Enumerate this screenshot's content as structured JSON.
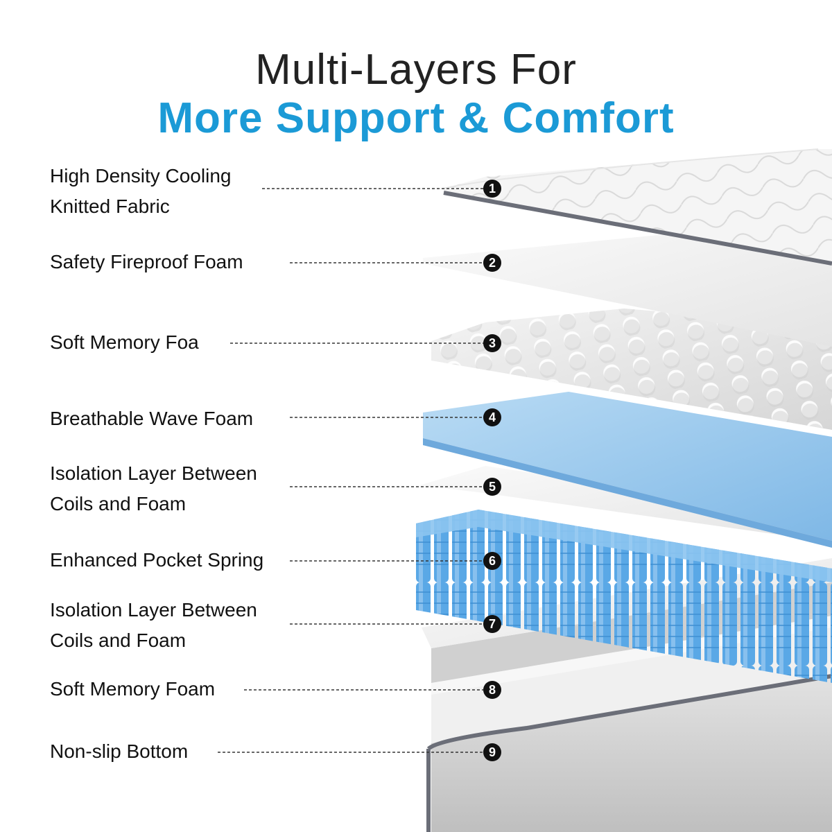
{
  "header": {
    "line1": "Multi-Layers For",
    "line2": "More Support & Comfort"
  },
  "colors": {
    "accent": "#1b9ad6",
    "text": "#111111",
    "badge": "#111111",
    "blue_foam": "#a9d0ee",
    "spring_blue": "#5aa8e6",
    "edge_gray": "#6b6e78"
  },
  "layers": [
    {
      "number": "1",
      "lines": [
        "High Density Cooling",
        "Knitted Fabric"
      ]
    },
    {
      "number": "2",
      "lines": [
        "Safety Fireproof Foam"
      ]
    },
    {
      "number": "3",
      "lines": [
        "Soft Memory Foa"
      ]
    },
    {
      "number": "4",
      "lines": [
        "Breathable Wave Foam"
      ]
    },
    {
      "number": "5",
      "lines": [
        "Isolation Layer Between",
        "Coils and Foam"
      ]
    },
    {
      "number": "6",
      "lines": [
        "Enhanced Pocket Spring"
      ]
    },
    {
      "number": "7",
      "lines": [
        "Isolation Layer Between",
        "Coils and Foam"
      ]
    },
    {
      "number": "8",
      "lines": [
        "Soft Memory Foam"
      ]
    },
    {
      "number": "9",
      "lines": [
        "Non-slip Bottom"
      ]
    }
  ]
}
